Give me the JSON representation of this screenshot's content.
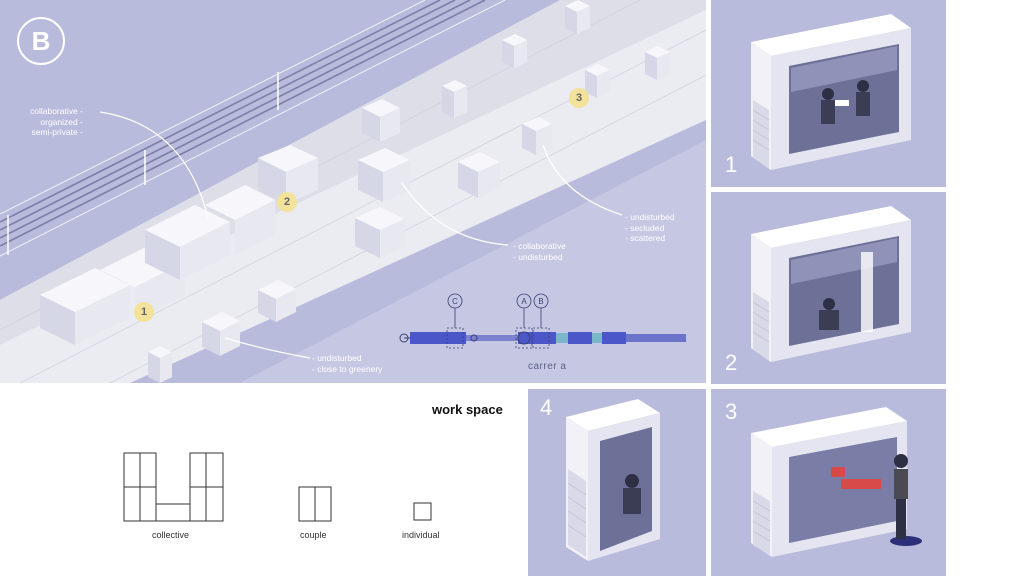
{
  "badge": "B",
  "markers": [
    "1",
    "2",
    "3"
  ],
  "notes": {
    "collaborative_organized": "collaborative -\norganized -\nsemi-private -",
    "undisturbed_secluded": "- undisturbed\n- secluded\n- scattered",
    "collaborative_undisturbed": "- collaborative\n- undisturbed",
    "undisturbed_greenery": "- undisturbed\n- close to greenery"
  },
  "section_markers": [
    "C",
    "A",
    "B"
  ],
  "section_caption": "carrer a",
  "views": [
    "1",
    "2",
    "4",
    "3"
  ],
  "legend": {
    "title": "work space",
    "labels": [
      "collective",
      "couple",
      "individual"
    ]
  },
  "colors": {
    "panel_bg": "#b9bbdc",
    "marker": "#f3e29a",
    "strip": "#4b56c8"
  }
}
